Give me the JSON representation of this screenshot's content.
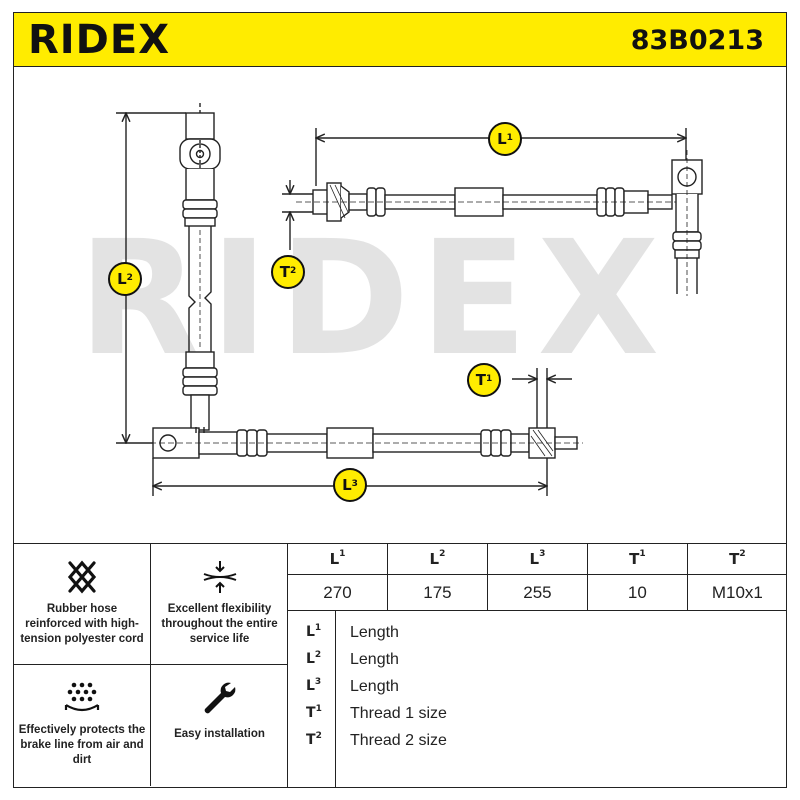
{
  "header": {
    "brand": "RIDEX",
    "part_number": "83B0213"
  },
  "watermark": "RIDEX",
  "diagram_labels": {
    "l1": {
      "letter": "L",
      "sup": "1"
    },
    "l2": {
      "letter": "L",
      "sup": "2"
    },
    "l3": {
      "letter": "L",
      "sup": "3"
    },
    "t1": {
      "letter": "T",
      "sup": "1"
    },
    "t2": {
      "letter": "T",
      "sup": "2"
    }
  },
  "features": [
    {
      "icon": "mesh-icon",
      "text": "Rubber hose reinforced with high-tension polyester cord"
    },
    {
      "icon": "flex-arrows-icon",
      "text": "Excellent flexibility throughout the entire service life"
    },
    {
      "icon": "shield-dots-icon",
      "text": "Effectively protects the brake line from air and dirt"
    },
    {
      "icon": "wrench-icon",
      "text": "Easy installation"
    }
  ],
  "spec_table": {
    "headers": [
      {
        "letter": "L",
        "sup": "1"
      },
      {
        "letter": "L",
        "sup": "2"
      },
      {
        "letter": "L",
        "sup": "3"
      },
      {
        "letter": "T",
        "sup": "1"
      },
      {
        "letter": "T",
        "sup": "2"
      }
    ],
    "values": [
      "270",
      "175",
      "255",
      "10",
      "M10x1"
    ]
  },
  "legend": [
    {
      "letter": "L",
      "sup": "1",
      "desc": "Length"
    },
    {
      "letter": "L",
      "sup": "2",
      "desc": "Length"
    },
    {
      "letter": "L",
      "sup": "3",
      "desc": "Length"
    },
    {
      "letter": "T",
      "sup": "1",
      "desc": "Thread 1 size"
    },
    {
      "letter": "T",
      "sup": "2",
      "desc": "Thread 2 size"
    }
  ],
  "colors": {
    "accent": "#ffec00",
    "ink": "#222222",
    "watermark": "#e3e3e3"
  }
}
